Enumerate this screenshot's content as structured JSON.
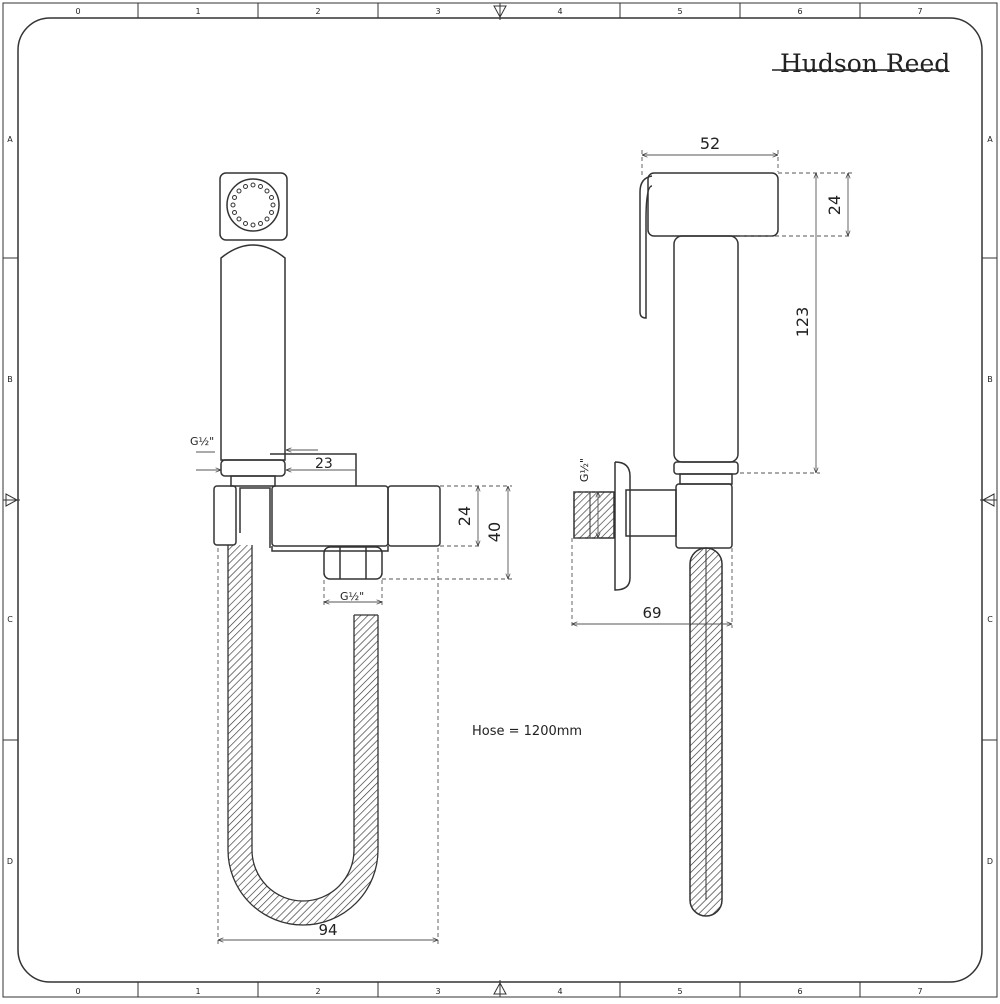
{
  "brand": "Hudson Reed",
  "border": {
    "columns": [
      "0",
      "1",
      "2",
      "3",
      "4",
      "5",
      "6",
      "7"
    ],
    "rows": [
      "A",
      "B",
      "C",
      "D"
    ]
  },
  "front_view": {
    "thread_top": "G½\"",
    "thread_bottom": "G½\"",
    "dim_offset": "23",
    "dim_bracket_depth": "24",
    "dim_bracket_height": "40",
    "dim_hose_width": "94"
  },
  "side_view": {
    "thread": "G½\"",
    "dim_head_width": "52",
    "dim_head_height": "24",
    "dim_handle_length": "123",
    "dim_projection": "69"
  },
  "note": "Hose = 1200mm"
}
